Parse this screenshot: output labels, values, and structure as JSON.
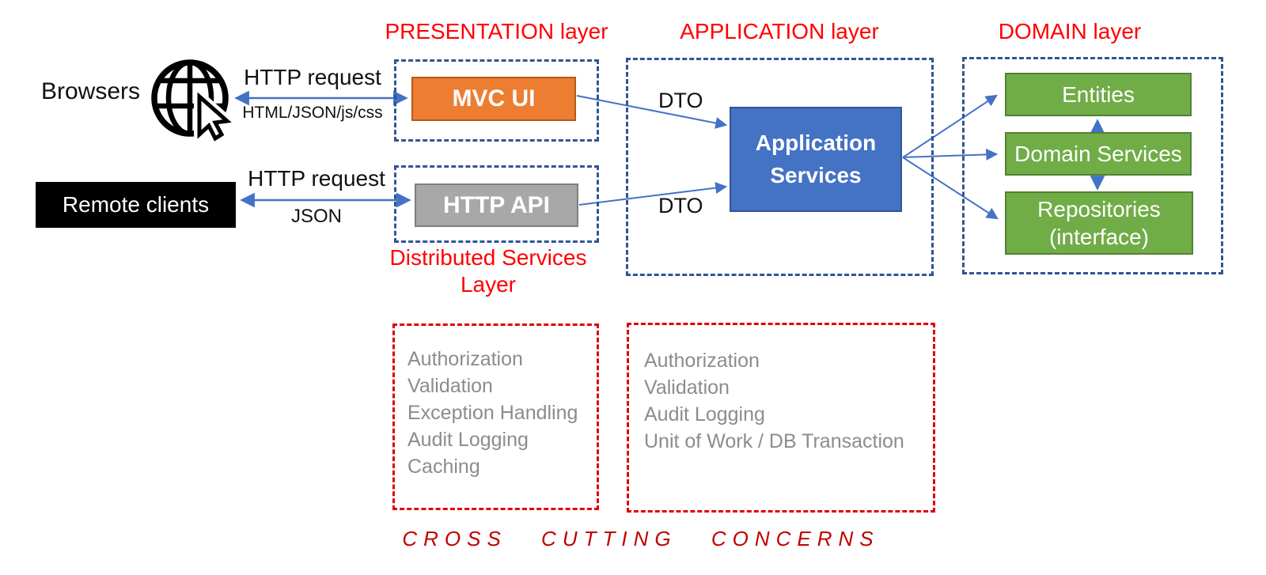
{
  "colors": {
    "layer_label_red": "#FF0000",
    "red_dashed_border": "#E00000",
    "footer_red": "#C00000",
    "blue_dashed_border": "#2F5597",
    "arrow_blue": "#4472C4",
    "mvc_orange": "#ED7D31",
    "http_api_gray": "#A8A8A8",
    "app_services_blue": "#4472C4",
    "domain_green": "#70AD47",
    "remote_clients_black": "#000000",
    "list_text_gray": "#8C8C8C"
  },
  "clients": {
    "browsers_label": "Browsers",
    "browsers_icon": "globe-with-cursor-icon",
    "remote_clients_label": "Remote clients",
    "browser_arrow": {
      "label_above": "HTTP request",
      "label_below": "HTML/JSON/js/css"
    },
    "remote_arrow": {
      "label_above": "HTTP request",
      "label_below": "JSON"
    }
  },
  "presentation_layer": {
    "title": "PRESENTATION layer",
    "mvc_ui_label": "MVC UI"
  },
  "distributed_layer": {
    "title_line1": "Distributed Services",
    "title_line2": "Layer",
    "http_api_label": "HTTP API"
  },
  "application_layer": {
    "title": "APPLICATION layer",
    "dto_top": "DTO",
    "dto_bottom": "DTO",
    "app_services_line1": "Application",
    "app_services_line2": "Services"
  },
  "domain_layer": {
    "title": "DOMAIN layer",
    "entities_label": "Entities",
    "domain_services_label": "Domain Services",
    "repositories_line1": "Repositories",
    "repositories_line2": "(interface)"
  },
  "cross_cutting": {
    "footer": "CROSS CUTTING CONCERNS",
    "box1_items": [
      "Authorization",
      "Validation",
      "Exception Handling",
      "Audit Logging",
      "Caching"
    ],
    "box2_items": [
      "Authorization",
      "Validation",
      "Audit Logging",
      "Unit of Work / DB Transaction"
    ]
  }
}
